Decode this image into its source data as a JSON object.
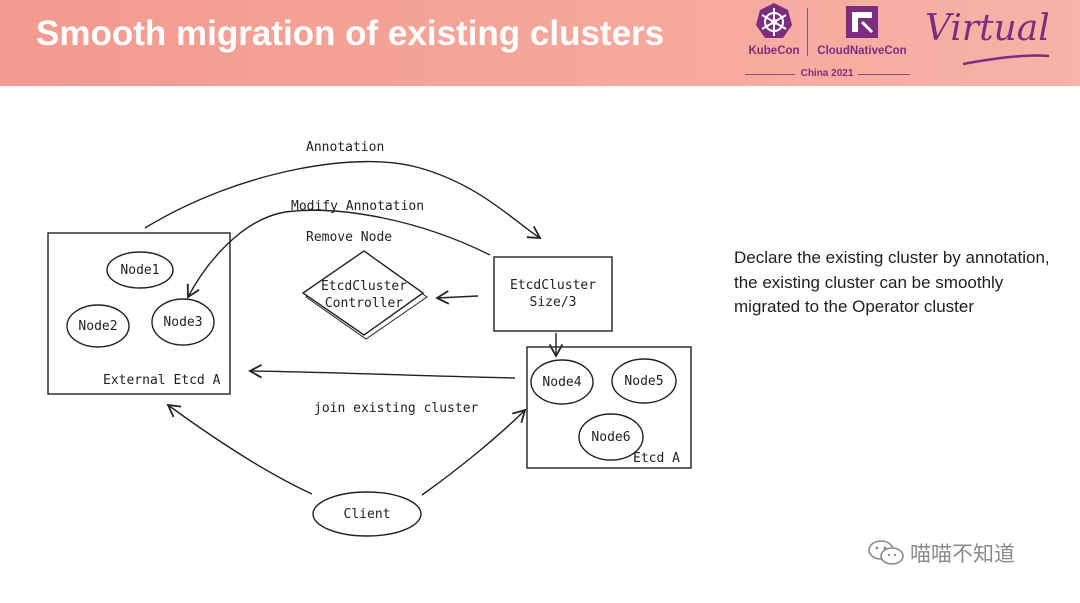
{
  "header": {
    "title": "Smooth migration of existing clusters",
    "brand_left": "KubeCon",
    "brand_right": "CloudNativeCon",
    "event": "China 2021",
    "edition": "Virtual",
    "colors": {
      "banner": "#f5a79b",
      "brand": "#7d2d7f"
    }
  },
  "diagram": {
    "arrow_labels": {
      "annotation": "Annotation",
      "modify_annotation": "Modify Annotation",
      "remove_node": "Remove Node",
      "join": "join existing cluster"
    },
    "external_cluster": {
      "label": "External Etcd A",
      "nodes": [
        "Node1",
        "Node2",
        "Node3"
      ]
    },
    "controller": {
      "line1": "EtcdCluster",
      "line2": "Controller"
    },
    "cr": {
      "line1": "EtcdCluster",
      "line2": "Size/3"
    },
    "new_cluster": {
      "label": "Etcd A",
      "nodes": [
        "Node4",
        "Node5",
        "Node6"
      ]
    },
    "client": "Client"
  },
  "description": "Declare the existing cluster by annotation, the existing cluster can be smoothly migrated to the Operator cluster",
  "watermark": {
    "icon": "wechat-icon",
    "text": "喵喵不知道"
  }
}
